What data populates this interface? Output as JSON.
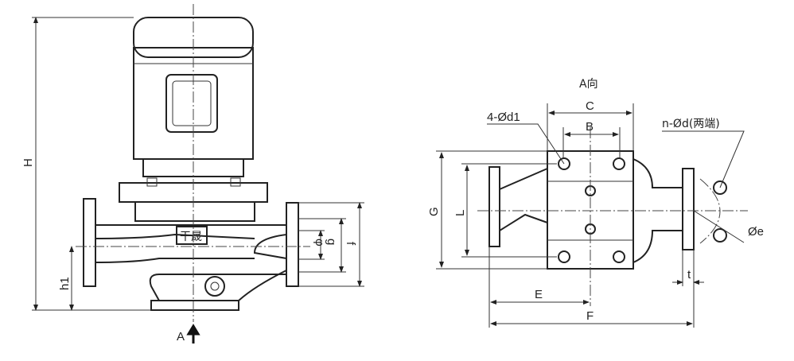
{
  "front_view": {
    "height_label": "H",
    "inlet_height_label": "h1",
    "view_arrow_label": "A",
    "logo_text": "干晟",
    "bore_label": "φ",
    "pitch_circle_label": "g",
    "flange_label": "f"
  },
  "view_a": {
    "title": "A向",
    "base_holes_label": "4-Ød1",
    "width_c_label": "C",
    "width_b_label": "B",
    "flange_holes_label": "n-Ød(两端)",
    "height_g_label": "G",
    "height_l_label": "L",
    "offset_e_label": "E",
    "length_f_label": "F",
    "flange_thickness_label": "t",
    "bolt_circle_label": "Øe"
  }
}
